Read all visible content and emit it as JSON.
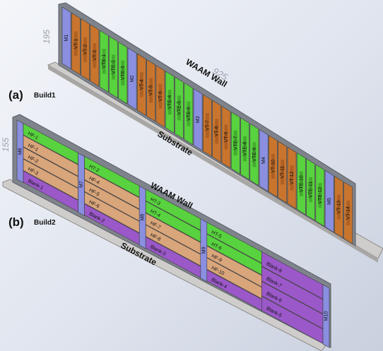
{
  "build1": {
    "letter": "(a)",
    "name": "Build1",
    "wall_label": "WAAM Wall",
    "substrate_label": "Substrate",
    "length_label": "925",
    "height_label": "195",
    "specimens": [
      {
        "label": "M1",
        "kind": "m"
      },
      {
        "label": "VT-1",
        "kind": "vt"
      },
      {
        "label": "VT-2",
        "kind": "vt"
      },
      {
        "label": "VT-3",
        "kind": "vt"
      },
      {
        "label": "VTE-1",
        "kind": "vte"
      },
      {
        "label": "VTE-2",
        "kind": "vte"
      },
      {
        "label": "VTE-3",
        "kind": "vte"
      },
      {
        "label": "M2",
        "kind": "m"
      },
      {
        "label": "VT-4",
        "kind": "vt"
      },
      {
        "label": "VT-5",
        "kind": "vt"
      },
      {
        "label": "VT-6",
        "kind": "vt"
      },
      {
        "label": "VTE-4",
        "kind": "vte"
      },
      {
        "label": "VTE-5",
        "kind": "vte"
      },
      {
        "label": "VTE-6",
        "kind": "vte"
      },
      {
        "label": "M3",
        "kind": "m"
      },
      {
        "label": "VT-7",
        "kind": "vt"
      },
      {
        "label": "VT-8",
        "kind": "vt"
      },
      {
        "label": "VT-9",
        "kind": "vt"
      },
      {
        "label": "VTE-7",
        "kind": "vte"
      },
      {
        "label": "VTE-8",
        "kind": "vte"
      },
      {
        "label": "VTE-9",
        "kind": "vte"
      },
      {
        "label": "M4",
        "kind": "m"
      },
      {
        "label": "VT-10",
        "kind": "vt"
      },
      {
        "label": "VT-11",
        "kind": "vt"
      },
      {
        "label": "VT-12",
        "kind": "vt"
      },
      {
        "label": "VTE-10",
        "kind": "vte"
      },
      {
        "label": "VTE-11",
        "kind": "vte"
      },
      {
        "label": "VTE-12",
        "kind": "vte"
      },
      {
        "label": "M5",
        "kind": "m"
      },
      {
        "label": "VT-13",
        "kind": "vt"
      },
      {
        "label": "VT-14",
        "kind": "vt"
      }
    ]
  },
  "build2": {
    "letter": "(b)",
    "name": "Build2",
    "wall_label": "WAAM Wall",
    "substrate_label": "Substrate",
    "height_label": "155",
    "sections": [
      {
        "m": "M6",
        "rows": [
          {
            "label": "HF-1",
            "kind": "green"
          },
          {
            "label": "HF-1",
            "kind": "tan"
          },
          {
            "label": "HF-2",
            "kind": "tan"
          },
          {
            "label": "HF-3",
            "kind": "tan"
          },
          {
            "label": "Blank-1",
            "kind": "purple"
          }
        ]
      },
      {
        "m": "M7",
        "rows": [
          {
            "label": "HT-2",
            "kind": "green"
          },
          {
            "label": "HF-4",
            "kind": "tan"
          },
          {
            "label": "HF-5",
            "kind": "tan"
          },
          {
            "label": "HF-6",
            "kind": "tan"
          },
          {
            "label": "Blank-2",
            "kind": "purple"
          }
        ]
      },
      {
        "m": "M8",
        "rows": [
          {
            "label": "HT-3",
            "kind": "green"
          },
          {
            "label": "HT-4",
            "kind": "green"
          },
          {
            "label": "HF-7",
            "kind": "tan"
          },
          {
            "label": "HF-8",
            "kind": "tan"
          },
          {
            "label": "Blank-3",
            "kind": "purple"
          }
        ]
      },
      {
        "m": "M9",
        "rows": [
          {
            "label": "HT-5",
            "kind": "green"
          },
          {
            "label": "HT-6",
            "kind": "green"
          },
          {
            "label": "HF-9",
            "kind": "tan"
          },
          {
            "label": "HF-10",
            "kind": "tan"
          },
          {
            "label": "Blank-4",
            "kind": "purple"
          }
        ]
      },
      {
        "m": "",
        "rows": [
          {
            "label": "Blank-9",
            "kind": "purple"
          },
          {
            "label": "Blank-7",
            "kind": "purple"
          },
          {
            "label": "Blank-6",
            "kind": "purple"
          },
          {
            "label": "Blank-5",
            "kind": "purple"
          }
        ]
      }
    ],
    "end_label": "M10"
  },
  "colors": {
    "orange": "#c9752e",
    "green": "#58d23e",
    "purple": "#9b58c9",
    "blue_strip": "#8a8fe0",
    "tan": "#d9a57a",
    "wall_frame": "#6e737c",
    "substrate": "#c8c6c4"
  }
}
